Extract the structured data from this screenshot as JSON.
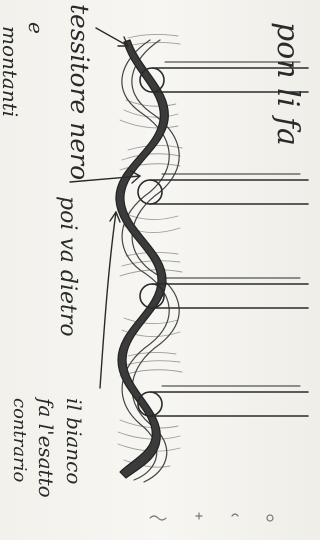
{
  "notes": {
    "left_label_line1": "tessitore nero",
    "left_label_line2": "e",
    "left_label_line3": "montanti",
    "middle_label": "poi va dietro",
    "top_right_label": "pon li fa",
    "bottom_label_line1": "il bianco",
    "bottom_label_line2": "fa l'esatto",
    "bottom_label_line3": "contrario"
  },
  "colors": {
    "paper": "#f4f3ef",
    "ink": "#2a2a2a",
    "dark_weaver_fill": "#3b3b3b"
  },
  "diagram": {
    "upright_count": 4,
    "weavers": [
      "dark",
      "light"
    ]
  }
}
